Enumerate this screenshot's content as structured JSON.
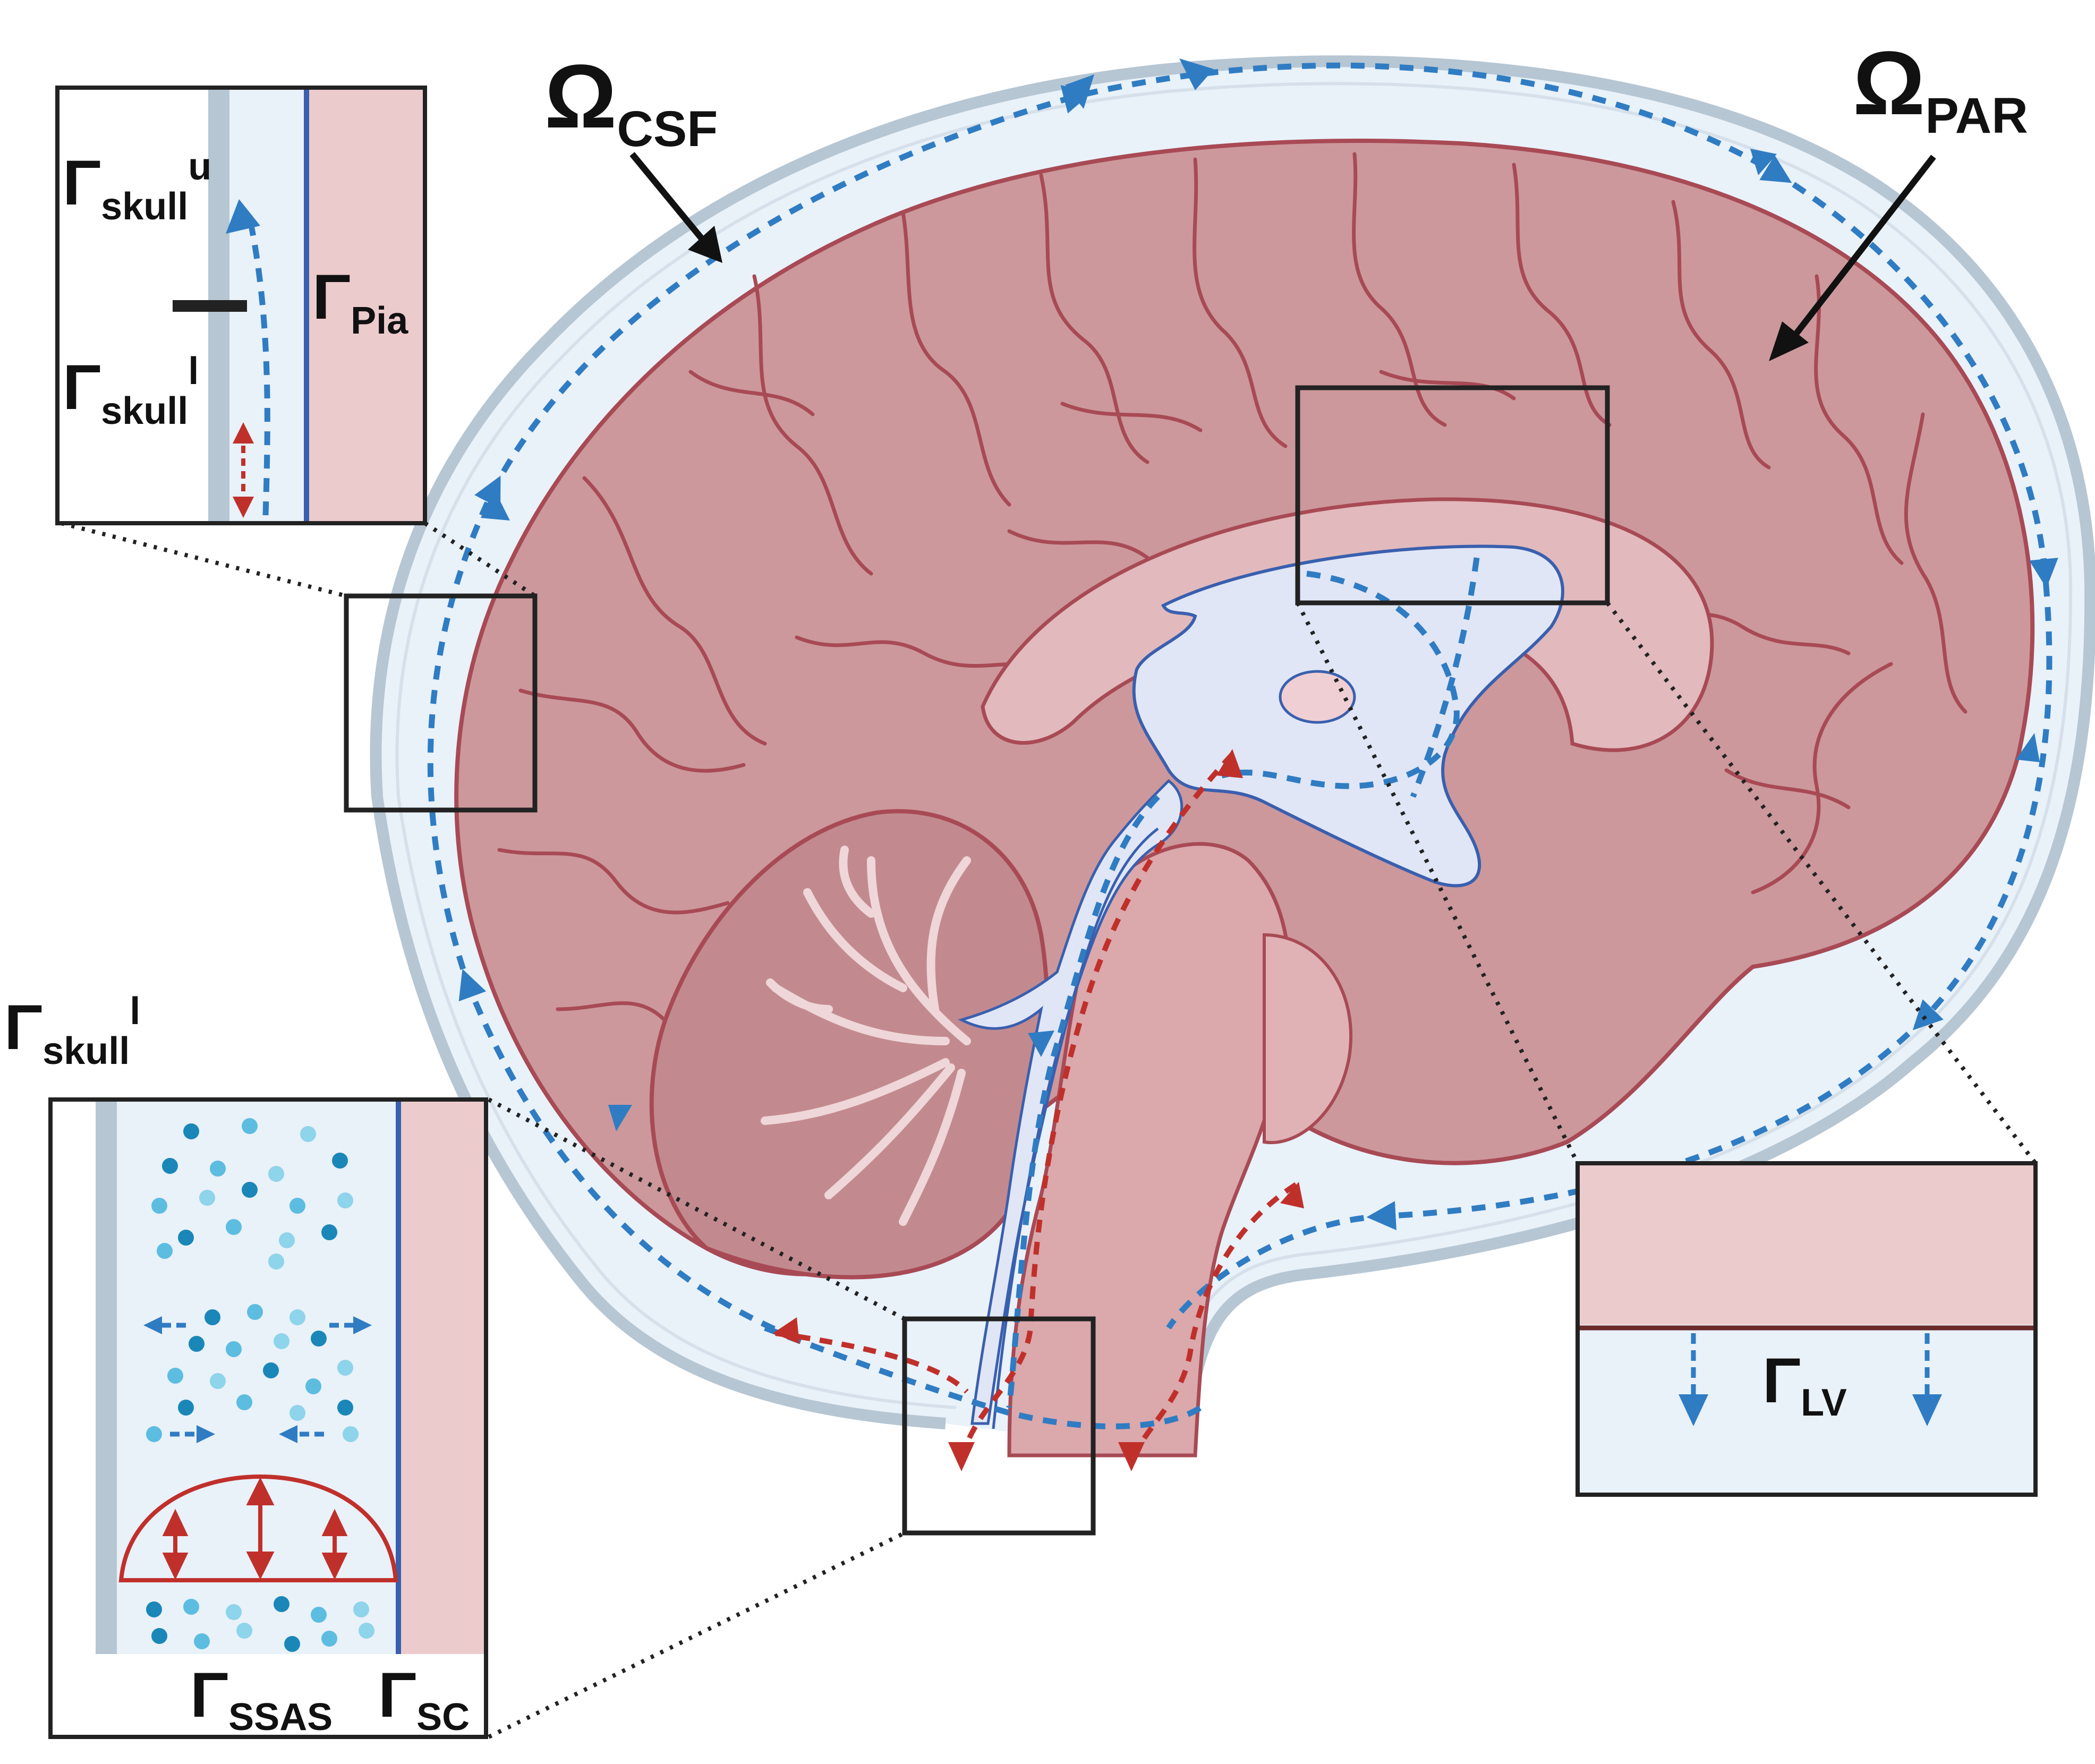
{
  "labels": {
    "omega_csf": {
      "main": "Ω",
      "sub": "CSF"
    },
    "omega_par": {
      "main": "Ω",
      "sub": "PAR"
    },
    "gamma_skull_u": {
      "main": "Γ",
      "sub": "skull",
      "sup": "u"
    },
    "gamma_pia": {
      "main": "Γ",
      "sub": "Pia"
    },
    "gamma_skull_l_inset": {
      "main": "Γ",
      "sub": "skull",
      "sup": "l"
    },
    "gamma_skull_l_outer": {
      "main": "Γ",
      "sub": "skull",
      "sup": "l"
    },
    "gamma_ssas": {
      "main": "Γ",
      "sub": "SSAS"
    },
    "gamma_sc": {
      "main": "Γ",
      "sub": "SC"
    },
    "gamma_lv": {
      "main": "Γ",
      "sub": "LV"
    }
  },
  "colors": {
    "brain": "#cc989c",
    "brain_dark": "#b07a7f",
    "brain_outline": "#a84a55",
    "csf": "#e9f1f9",
    "ventricle": "#e0e6f6",
    "skull": "#b6c6d3",
    "pia": "#3a5fae",
    "flow_blue": "#2f7cc3",
    "flow_red": "#c0302b",
    "tissue_pink": "#eccbcd",
    "box": "#222222"
  }
}
